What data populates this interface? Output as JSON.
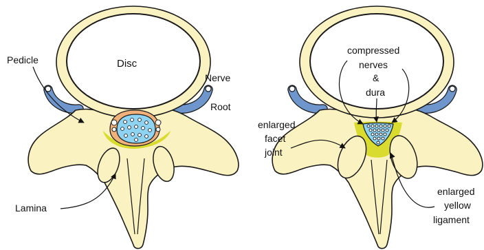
{
  "left": {
    "disc": "Disc",
    "pedicle": "Pedicle",
    "nerve": "Nerve",
    "root": "Root",
    "lamina": "Lamina"
  },
  "right": {
    "compressed_1": "compressed",
    "compressed_2": "nerves",
    "compressed_3": "&",
    "compressed_4": "dura",
    "facet_1": "enlarged",
    "facet_2": "facet",
    "facet_3": "joint",
    "ligament_1": "enlarged",
    "ligament_2": "yellow",
    "ligament_3": "ligament"
  },
  "colors": {
    "bone": "#fbf2c1",
    "ligament": "#d9dc2e",
    "dura": "#f0b27a",
    "csf": "#8fd3f2",
    "nerve_root": "#6f96cc"
  }
}
